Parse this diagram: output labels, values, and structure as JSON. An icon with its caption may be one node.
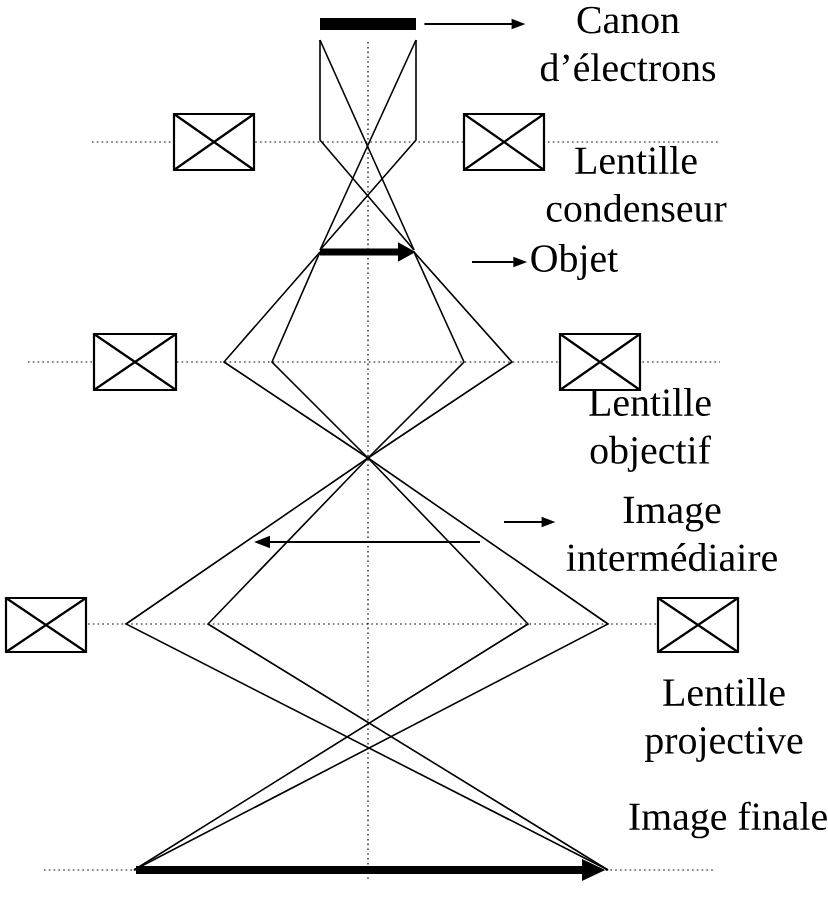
{
  "diagram": {
    "nodes": [
      {
        "text": [],
        "shape": "bar"
      },
      {
        "text": [
          "Canon d’électrons"
        ]
      },
      {
        "text": [
          "Objet"
        ]
      },
      {
        "text": [
          "Image intermédiaire"
        ]
      }
    ],
    "edges": [
      {
        "from": 0,
        "to": 1,
        "arrow": "to"
      },
      {
        "from": null,
        "to": 2,
        "arrow": "to"
      },
      {
        "from": null,
        "to": 3,
        "arrow": "to"
      }
    ],
    "labels": [
      "Lentille condenseur",
      "Lentille objectif",
      "Lentille projective",
      "Image finale"
    ]
  }
}
